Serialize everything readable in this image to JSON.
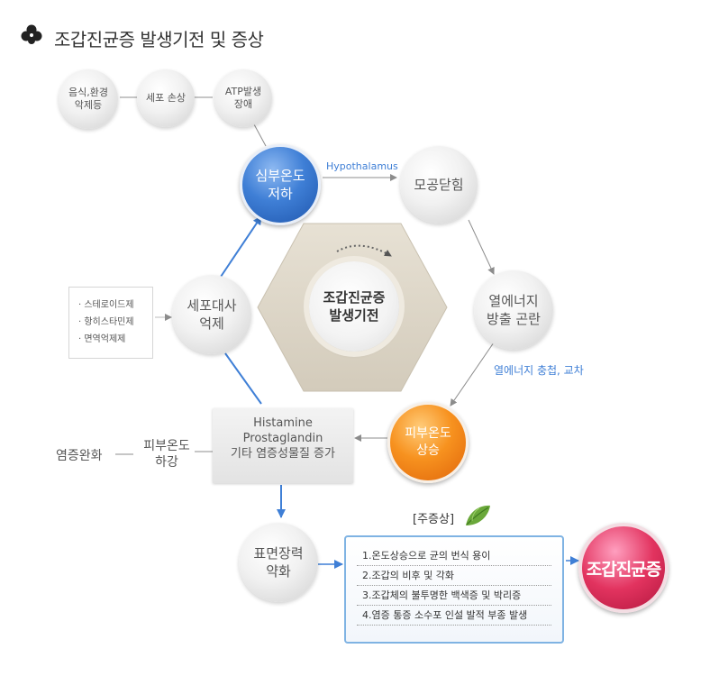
{
  "title": "조갑진균증 발생기전 및 증상",
  "center": {
    "line1": "조갑진균증",
    "line2": "발생기전"
  },
  "top_chain": [
    {
      "line1": "음식,환경",
      "line2": "악제등"
    },
    {
      "line1": "세포 손상",
      "line2": ""
    },
    {
      "line1": "ATP발생",
      "line2": "장애"
    }
  ],
  "nodes": {
    "body_temp_down": {
      "line1": "심부온도",
      "line2": "저하"
    },
    "pore_close": {
      "line1": "모공닫힘",
      "line2": ""
    },
    "heat_release": {
      "line1": "열에너지",
      "line2": "방출 곤란"
    },
    "skin_temp_up": {
      "line1": "피부온도",
      "line2": "상승"
    },
    "metabolism": {
      "line1": "세포대사",
      "line2": "억제"
    },
    "surface_tension": {
      "line1": "표면장력",
      "line2": "약화"
    },
    "skin_temp_down": {
      "line1": "피부온도",
      "line2": "하강"
    }
  },
  "labels": {
    "hypothalamus": "Hypothalamus",
    "heat_accumulate": "열에너지 충첩, 교차",
    "inflammation_relief": "염증완화"
  },
  "drugs": [
    "· 스테로이드제",
    "· 항히스타민제",
    "· 면역억제제"
  ],
  "histamine": {
    "line1": "Histamine",
    "line2": "Prostaglandin",
    "line3": "기타 염증성물질 증가"
  },
  "symptoms": {
    "heading": "[주증상]",
    "items": [
      "1.온도상승으로 균의 번식 용이",
      "2.조갑의 비후 및 각화",
      "3.조갑체의 불투명한 백색증 및 박리증",
      "4.염증 통증 소수포 인설 발적 부종 발생"
    ]
  },
  "result": "조갑진균증",
  "colors": {
    "blue_arrow": "#3f7fd6",
    "gray_arrow": "#8c8c8c",
    "accent_blue": "#3f7fd6",
    "orange": "#f7921f",
    "pink": "#e2335f"
  }
}
